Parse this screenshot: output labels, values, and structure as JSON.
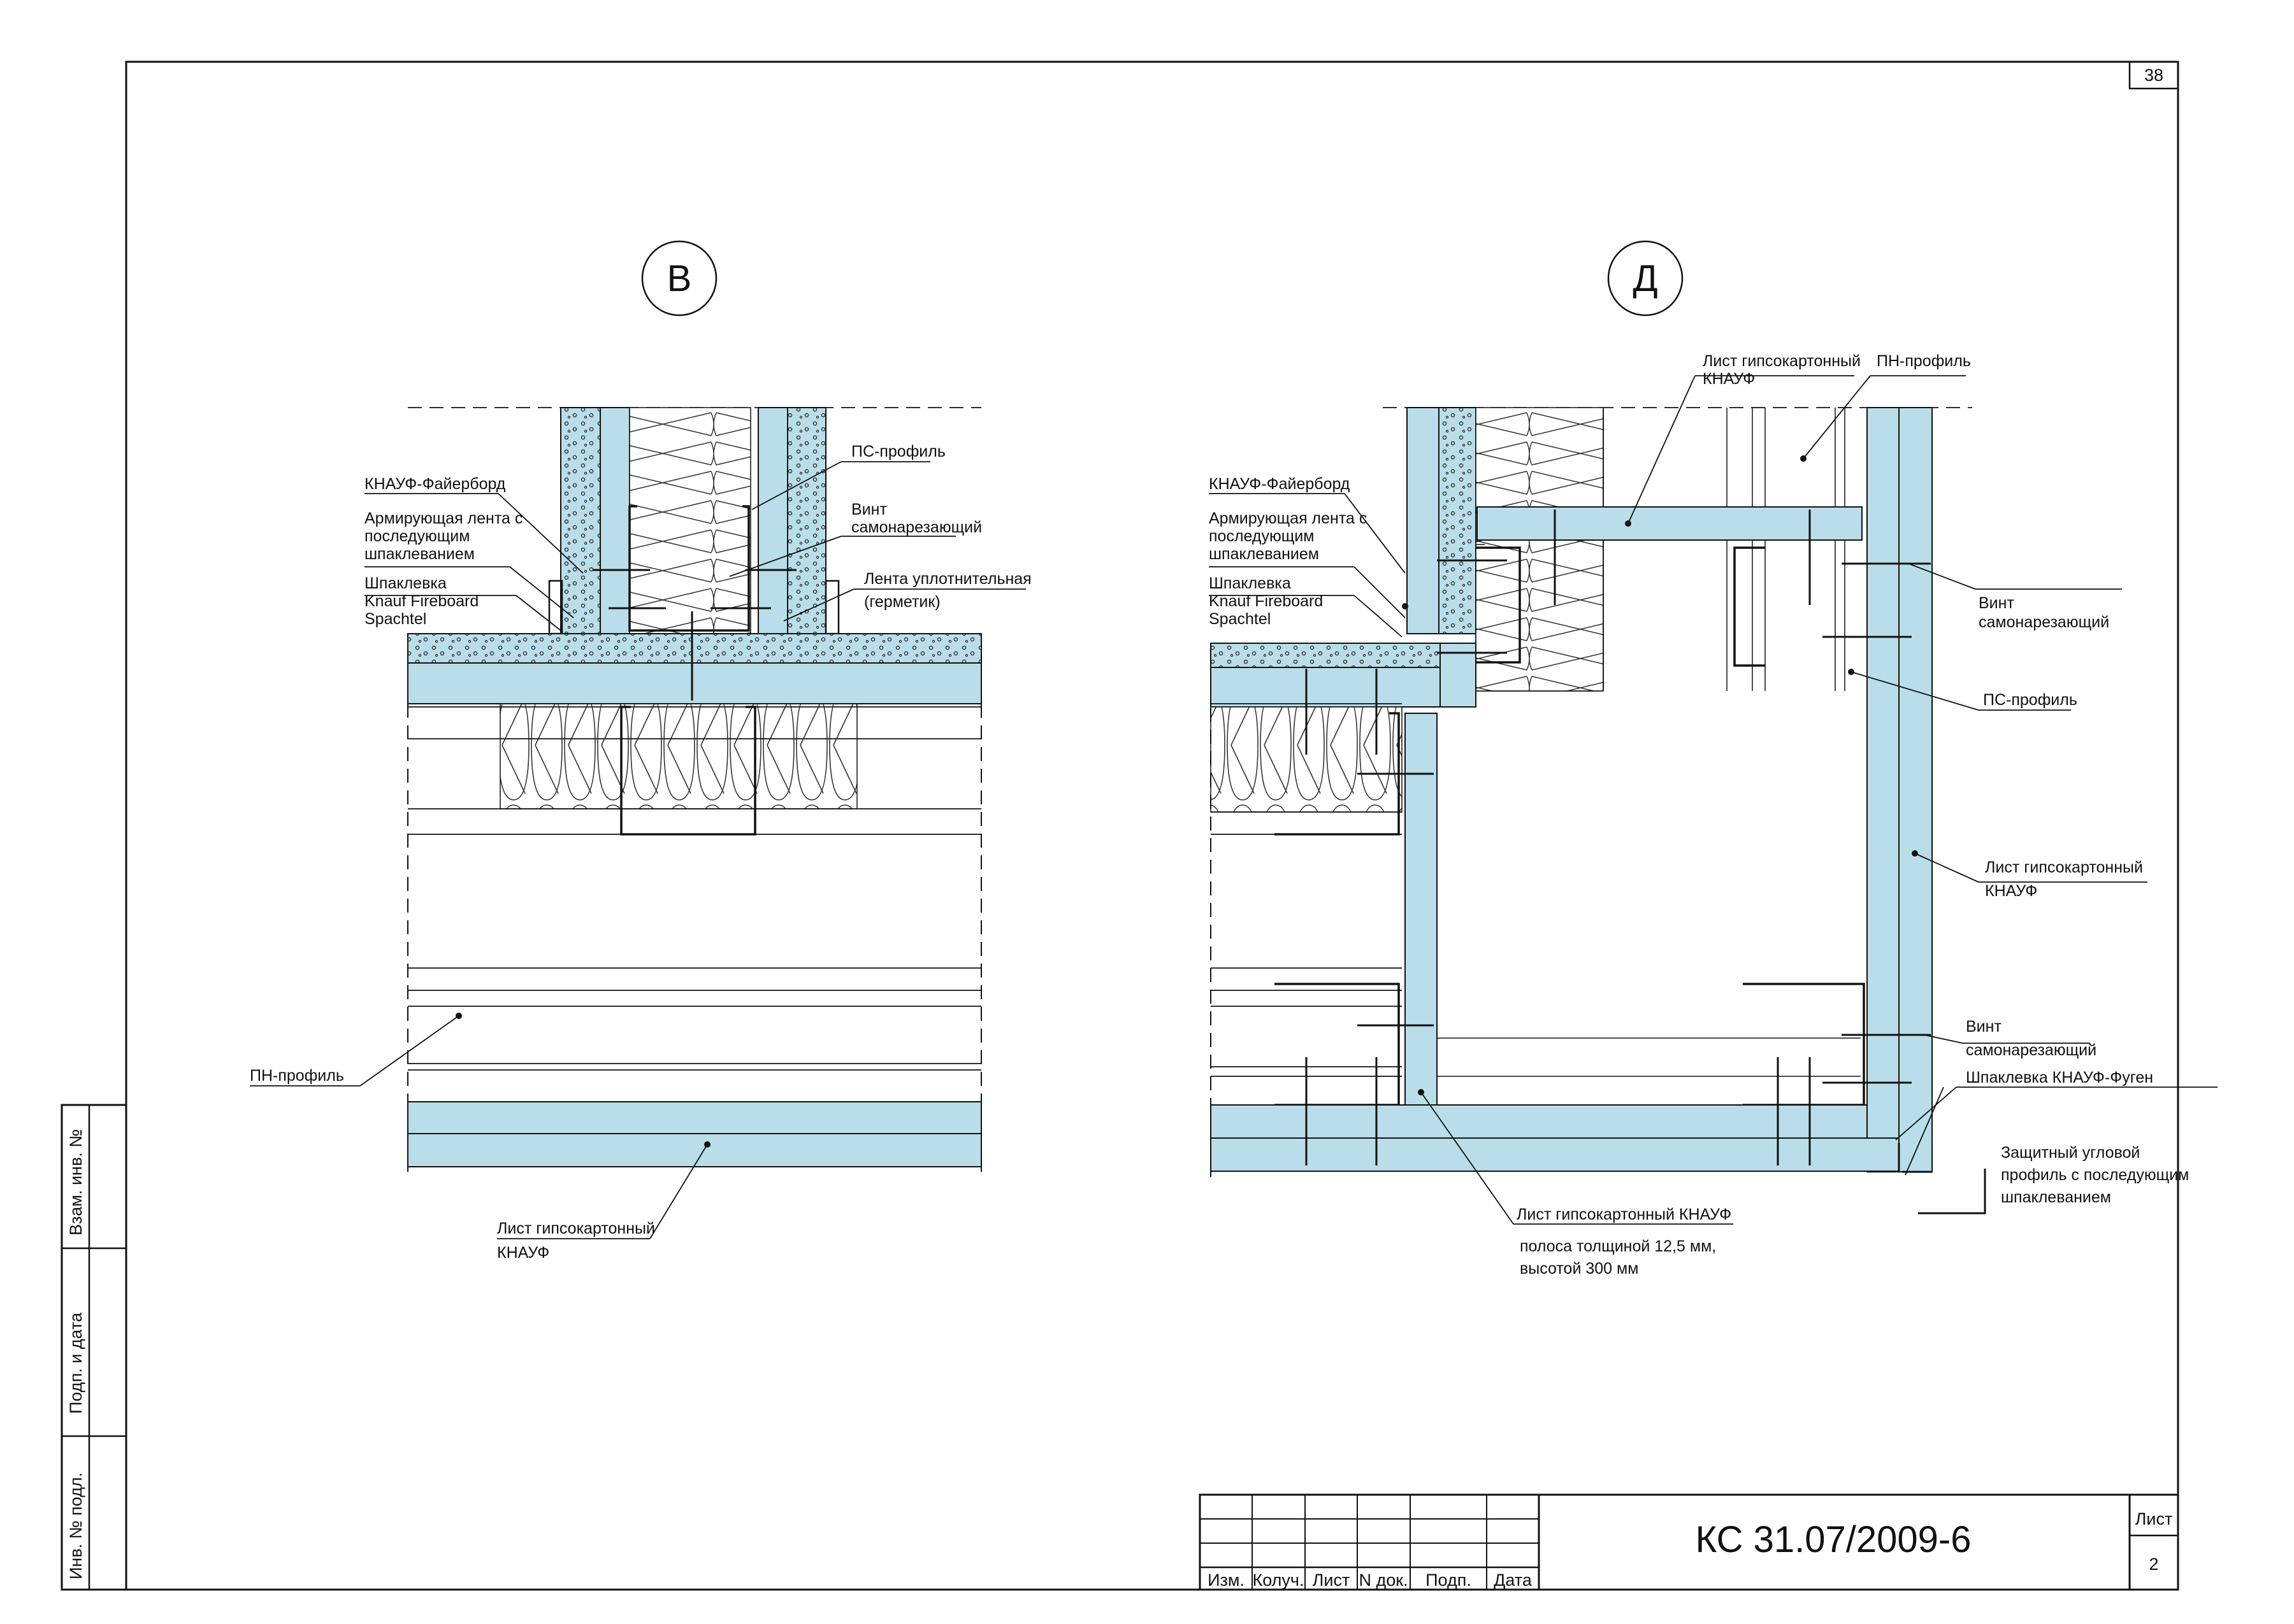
{
  "sheet": {
    "page_number": "38",
    "code": "КС 31.07/2009-6",
    "list_label": "Лист",
    "list_number": "2"
  },
  "stamp": {
    "headers": [
      "Изм.",
      "Колуч.",
      "Лист",
      "N док.",
      "Подп.",
      "Дата"
    ]
  },
  "side_stamp": {
    "vzam": "Взам. инв. №",
    "podp": "Подп. и дата",
    "inv": "Инв. № подл."
  },
  "detail_v": {
    "marker": "В",
    "labels": {
      "fireboard": "КНАУФ-Файерборд",
      "tape": [
        "Армирующая лента с",
        "последующим",
        "шпаклеванием"
      ],
      "putty": [
        "Шпаклевка",
        "Knauf Fireboard",
        "Spachtel"
      ],
      "ps_profile": "ПС-профиль",
      "screw": [
        "Винт",
        "самонарезающий"
      ],
      "seal": [
        "Лента уплотнительная",
        "(герметик)"
      ],
      "pn_profile": "ПН-профиль",
      "gkl": [
        "Лист гипсокартонный",
        "КНАУФ"
      ]
    }
  },
  "detail_d": {
    "marker": "Д",
    "labels": {
      "fireboard": "КНАУФ-Файерборд",
      "tape": [
        "Армирующая лента с",
        "последующим",
        "шпаклеванием"
      ],
      "putty": [
        "Шпаклевка",
        "Knauf Fireboard",
        "Spachtel"
      ],
      "gkl_top": [
        "Лист гипсокартонный",
        "КНАУФ"
      ],
      "pn_profile": "ПН-профиль",
      "screw_top": [
        "Винт",
        "самонарезающий"
      ],
      "ps_profile": "ПС-профиль",
      "gkl_right": [
        "Лист гипсокартонный",
        "КНАУФ"
      ],
      "screw_bottom": [
        "Винт",
        "самонарезающий"
      ],
      "putty_fugen": "Шпаклевка КНАУФ-Фуген",
      "corner": [
        "Защитный угловой",
        "профиль с последующим",
        "шпаклеванием"
      ],
      "strip": "Лист гипсокартонный КНАУФ",
      "strip_note": [
        "полоса толщиной 12,5 мм,",
        "высотой 300 мм"
      ]
    }
  },
  "colors": {
    "board": "#b9dde9",
    "line": "#1a1a1a"
  }
}
